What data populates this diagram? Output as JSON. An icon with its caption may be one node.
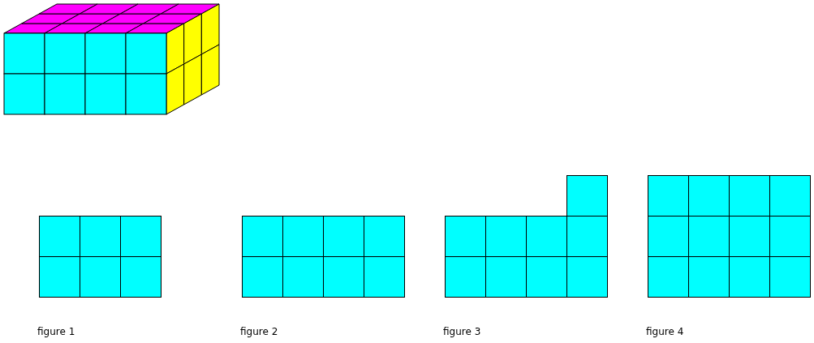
{
  "diagram": {
    "labels": [
      "figure 1",
      "figure 2",
      "figure 3",
      "figure 4"
    ]
  }
}
